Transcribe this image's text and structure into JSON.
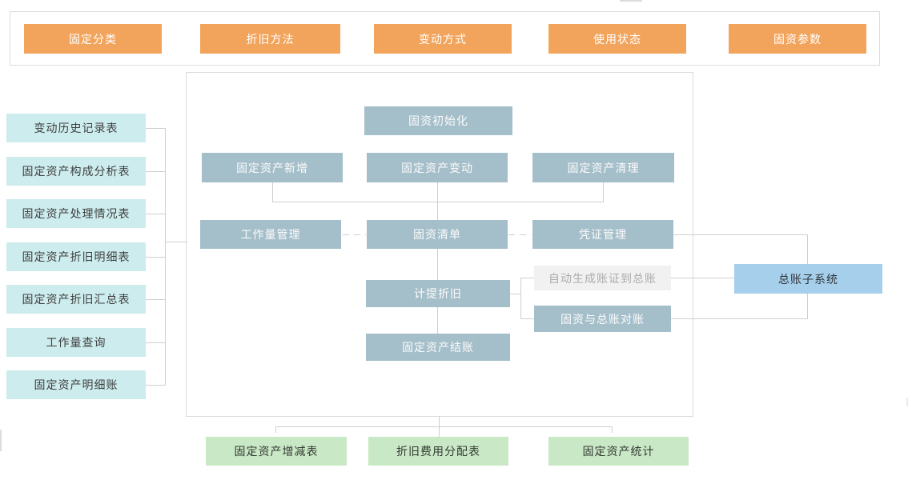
{
  "palette": {
    "orange": "#F2A45C",
    "cyan": "#CDECEE",
    "slate": "#A5BFCA",
    "ghost": "#F1F1F1",
    "ghost_text": "#ACACAC",
    "blue": "#A6CFEC",
    "green": "#C9E8C5",
    "line": "#CFCFCF",
    "border": "#DCDCDC",
    "text_dark": "#3F3F3F"
  },
  "top_bar": {
    "items": [
      {
        "label": "固定分类"
      },
      {
        "label": "折旧方法"
      },
      {
        "label": "变动方式"
      },
      {
        "label": "使用状态"
      },
      {
        "label": "固资参数"
      }
    ]
  },
  "left_column": {
    "items": [
      {
        "label": "变动历史记录表"
      },
      {
        "label": "固定资产构成分析表"
      },
      {
        "label": "固定资产处理情况表"
      },
      {
        "label": "固定资产折旧明细表"
      },
      {
        "label": "固定资产折旧汇总表"
      },
      {
        "label": "工作量查询"
      },
      {
        "label": "固定资产明细账"
      }
    ]
  },
  "main": {
    "init": "固资初始化",
    "addition": "固定资产新增",
    "change": "固定资产变动",
    "disposal": "固定资产清理",
    "workload": "工作量管理",
    "fa_list": "固资清单",
    "voucher": "凭证管理",
    "depreciation": "计提折旧",
    "auto_voucher": "自动生成账证到总账",
    "reconciliation": "固资与总账对账",
    "closing": "固定资产结账"
  },
  "external": {
    "gl_subsystem": "总账子系统"
  },
  "bottom_row": {
    "items": [
      {
        "label": "固定资产增减表"
      },
      {
        "label": "折旧费用分配表"
      },
      {
        "label": "固定资产统计"
      }
    ]
  }
}
